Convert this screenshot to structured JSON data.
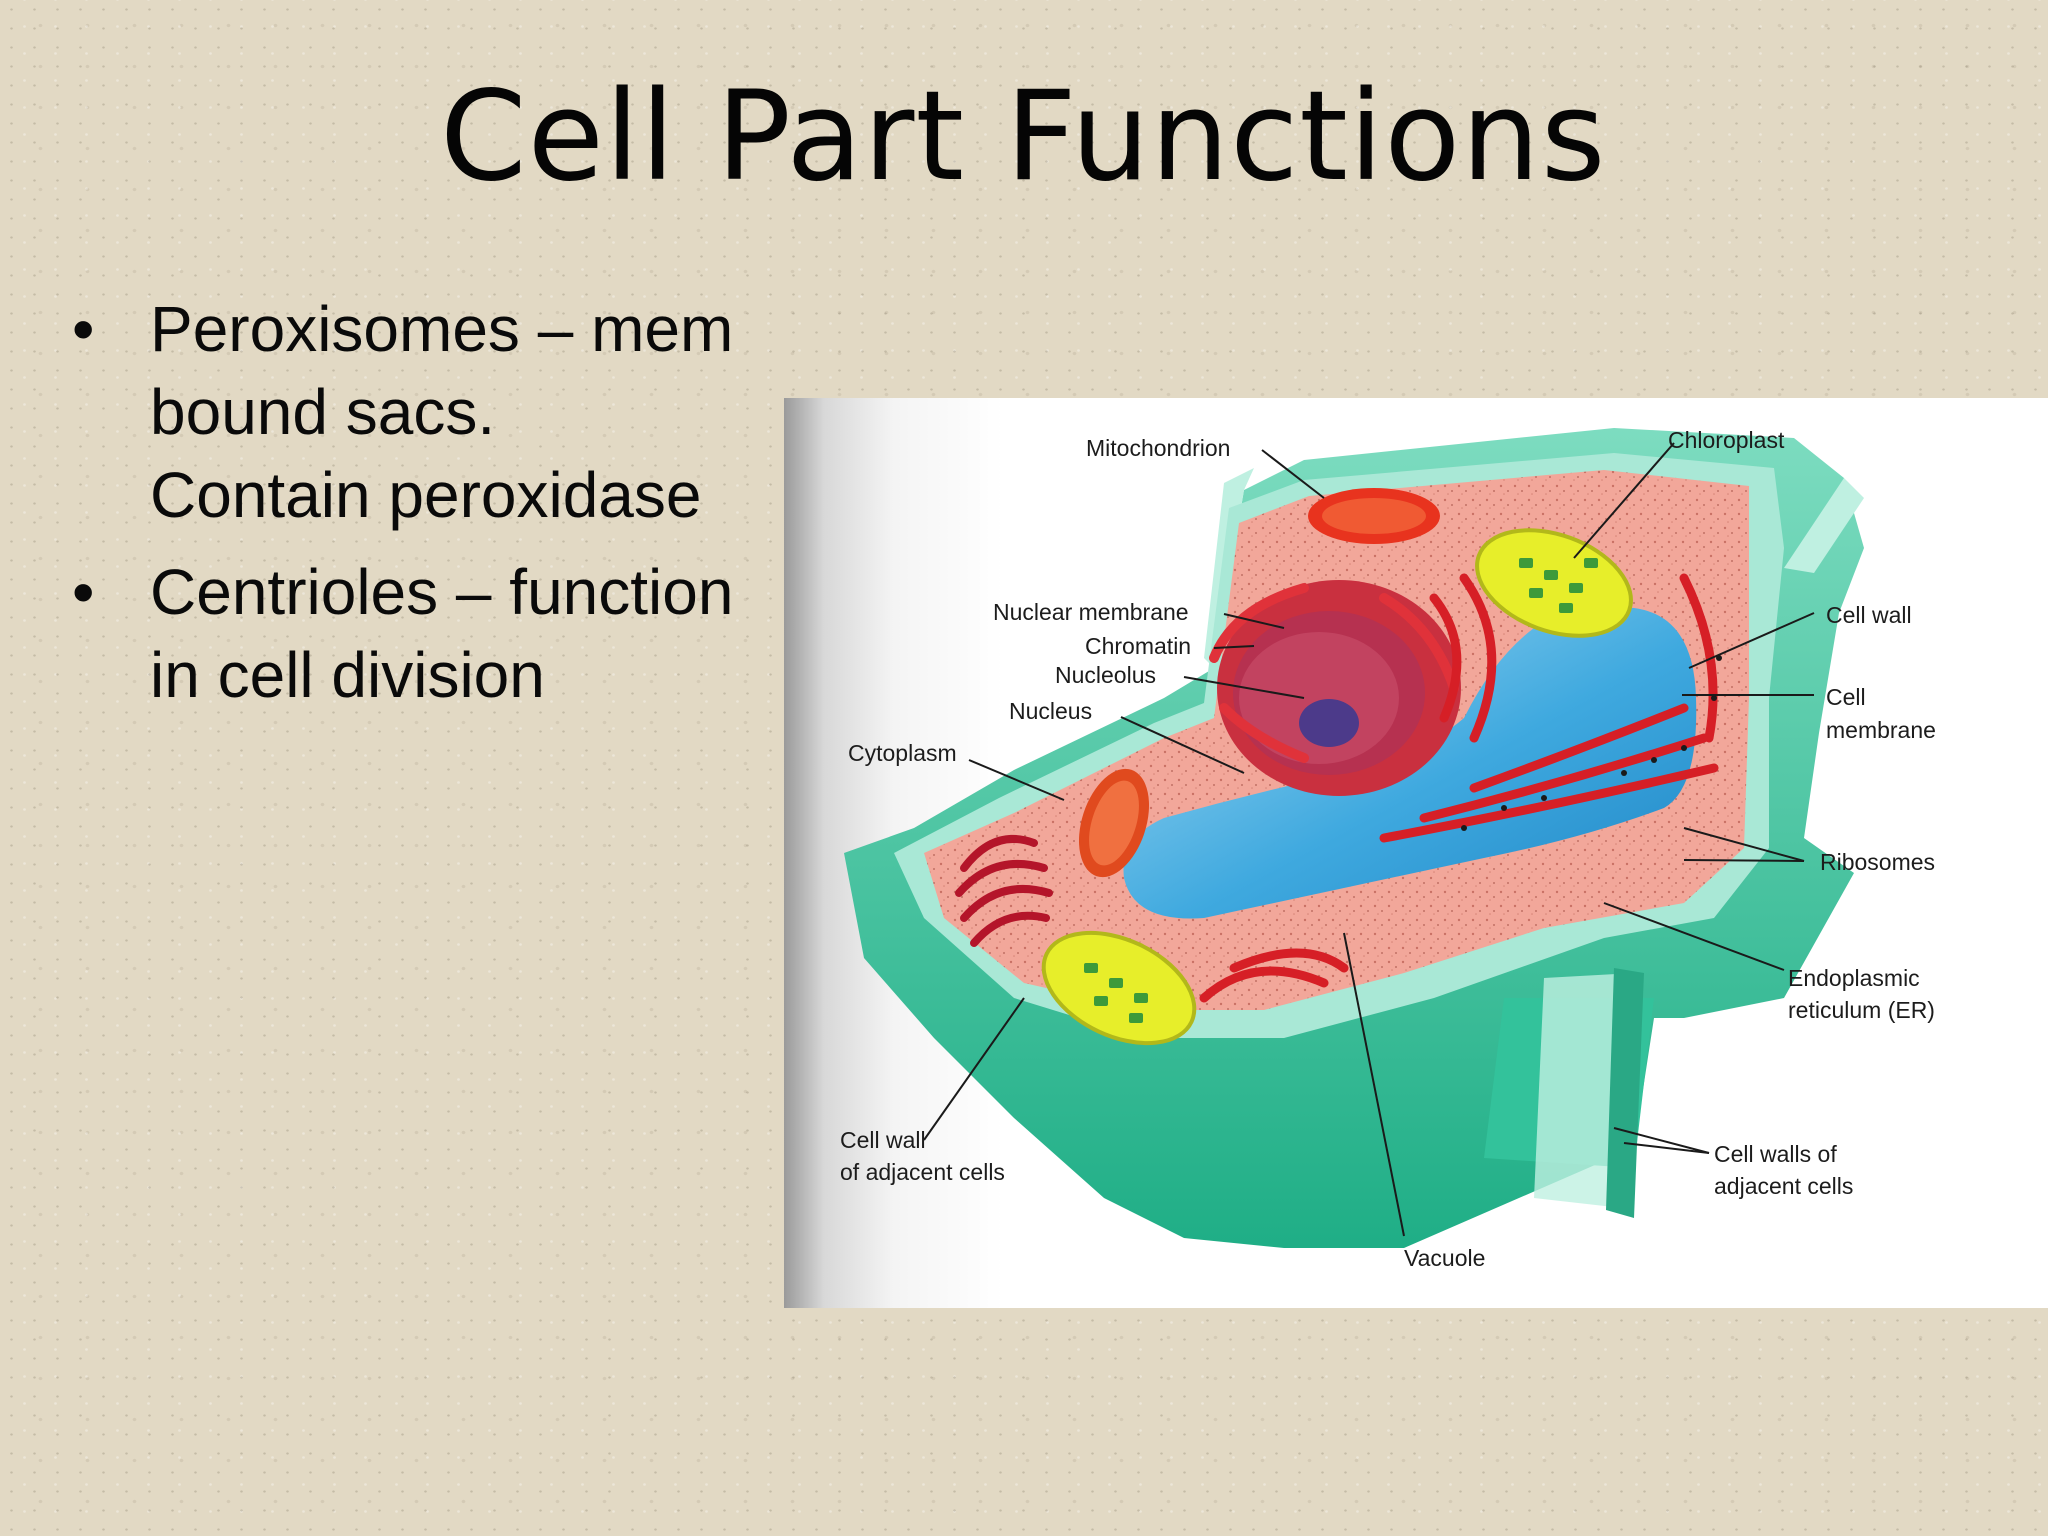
{
  "slide": {
    "title": "Cell Part Functions",
    "bullets": [
      {
        "lines": [
          "Peroxisomes – mem",
          "bound sacs.",
          "Contain peroxidase"
        ]
      },
      {
        "lines": [
          "Centrioles – function",
          "in cell division"
        ]
      }
    ],
    "bullet_char": "•"
  },
  "diagram": {
    "labels": {
      "mitochondrion": "Mitochondrion",
      "chloroplast": "Chloroplast",
      "nuclear_membrane": "Nuclear membrane",
      "chromatin": "Chromatin",
      "nucleolus": "Nucleolus",
      "nucleus": "Nucleus",
      "cytoplasm": "Cytoplasm",
      "cell_wall": "Cell wall",
      "cell_membrane_1": "Cell",
      "cell_membrane_2": "membrane",
      "ribosomes": "Ribosomes",
      "er_1": "Endoplasmic",
      "er_2": "reticulum (ER)",
      "cell_wall_adjacent_1": "Cell wall",
      "cell_wall_adjacent_2": "of adjacent cells",
      "cell_walls_adjacent_1": "Cell walls of",
      "cell_walls_adjacent_2": "adjacent cells",
      "vacuole": "Vacuole"
    },
    "colors": {
      "cell_wall": "#2fbf9a",
      "cytoplasm": "#f2a79a",
      "organelle_red": "#d8262a",
      "vacuole": "#3aa7df",
      "chloroplast": "#e7ee2a",
      "nucleus": "#b83248"
    }
  }
}
